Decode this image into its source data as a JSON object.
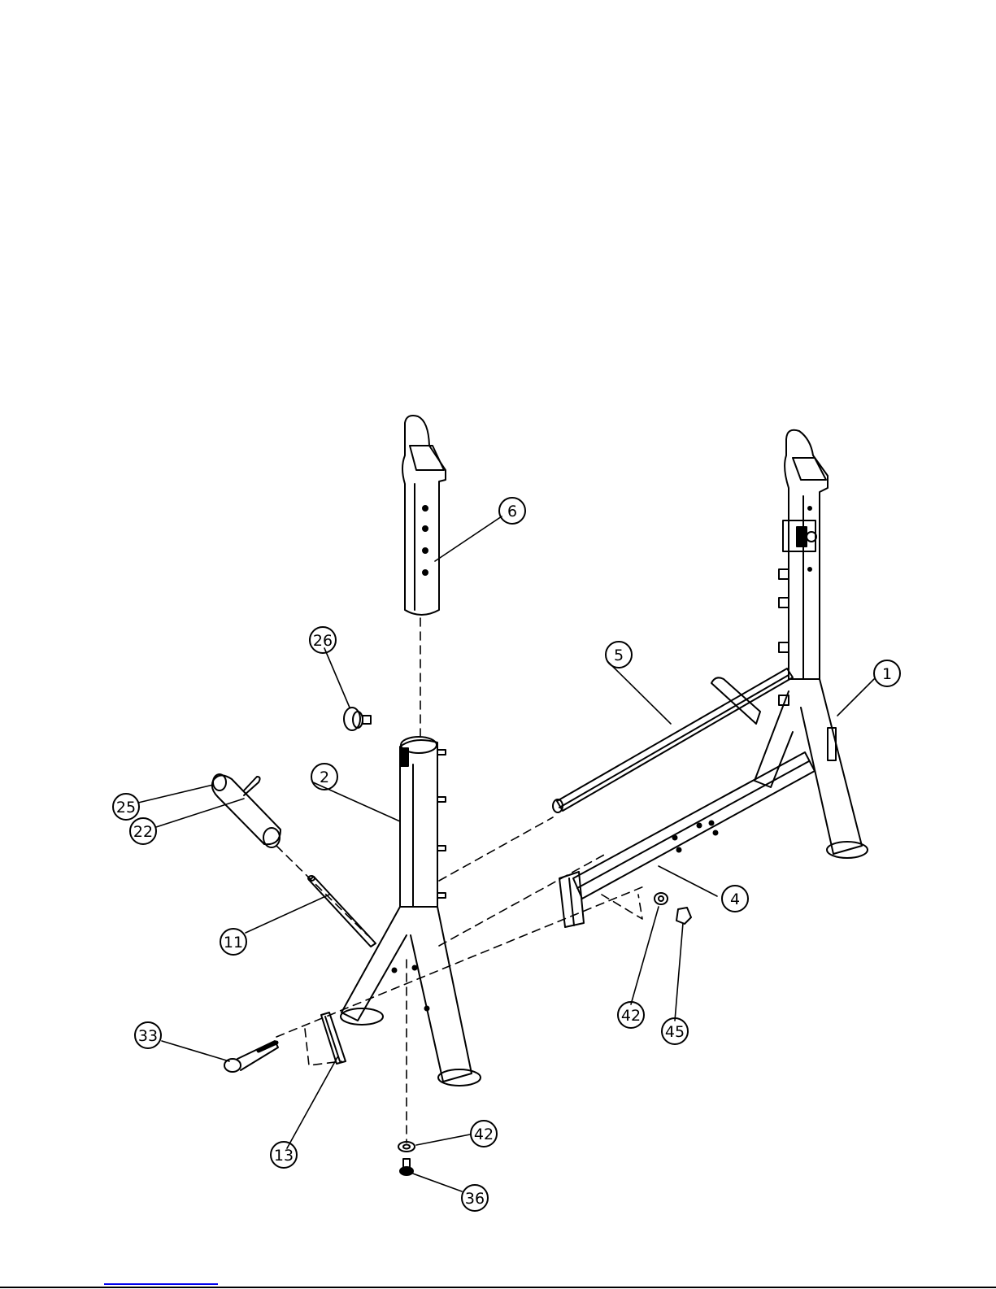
{
  "diagram": {
    "title": "",
    "callouts": [
      {
        "id": "part-1",
        "label": "1"
      },
      {
        "id": "part-2",
        "label": "2"
      },
      {
        "id": "part-4",
        "label": "4"
      },
      {
        "id": "part-5",
        "label": "5"
      },
      {
        "id": "part-6",
        "label": "6"
      },
      {
        "id": "part-11",
        "label": "11"
      },
      {
        "id": "part-13",
        "label": "13"
      },
      {
        "id": "part-22",
        "label": "22"
      },
      {
        "id": "part-25",
        "label": "25"
      },
      {
        "id": "part-26",
        "label": "26"
      },
      {
        "id": "part-33",
        "label": "33"
      },
      {
        "id": "part-36",
        "label": "36"
      },
      {
        "id": "part-42-washer-right",
        "label": "42"
      },
      {
        "id": "part-42-washer-bottom",
        "label": "42"
      },
      {
        "id": "part-45",
        "label": "45"
      }
    ]
  },
  "colors": {
    "line": "#000000",
    "background": "#ffffff",
    "footer_link": "#0000ee"
  }
}
